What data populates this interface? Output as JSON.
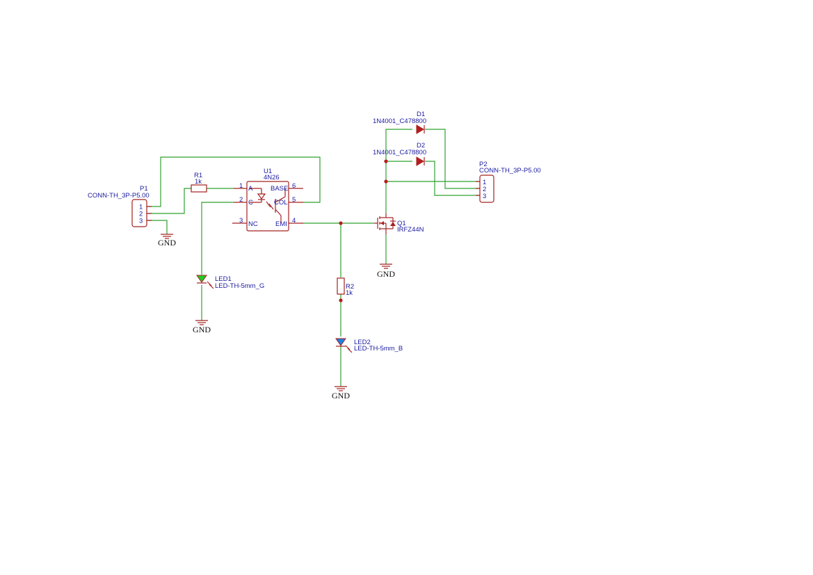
{
  "components": {
    "P1": {
      "ref": "P1",
      "value": "CONN-TH_3P-P5.00",
      "pins": [
        "1",
        "2",
        "3"
      ]
    },
    "P2": {
      "ref": "P2",
      "value": "CONN-TH_3P-P5.00",
      "pins": [
        "1",
        "2",
        "3"
      ]
    },
    "R1": {
      "ref": "R1",
      "value": "1k"
    },
    "R2": {
      "ref": "R2",
      "value": "1k"
    },
    "U1": {
      "ref": "U1",
      "value": "4N26",
      "pin_numbers": [
        "1",
        "2",
        "3",
        "6",
        "5",
        "4"
      ],
      "pin_names": [
        "A",
        "C",
        "NC",
        "BASE",
        "COL",
        "EMI"
      ]
    },
    "D1": {
      "ref": "D1",
      "value": "1N4001_C478800"
    },
    "D2": {
      "ref": "D2",
      "value": "1N4001_C478800"
    },
    "Q1": {
      "ref": "Q1",
      "value": "IRFZ44N"
    },
    "LED1": {
      "ref": "LED1",
      "value": "LED-TH-5mm_G",
      "color": "#22cc22"
    },
    "LED2": {
      "ref": "LED2",
      "value": "LED-TH-5mm_B",
      "color": "#1e7fe0"
    }
  },
  "gnd_label": "GND",
  "colors": {
    "wire": "#2ea12e",
    "symbol": "#a52020",
    "text": "#1a1aa0",
    "junction": "#b81c1c"
  }
}
